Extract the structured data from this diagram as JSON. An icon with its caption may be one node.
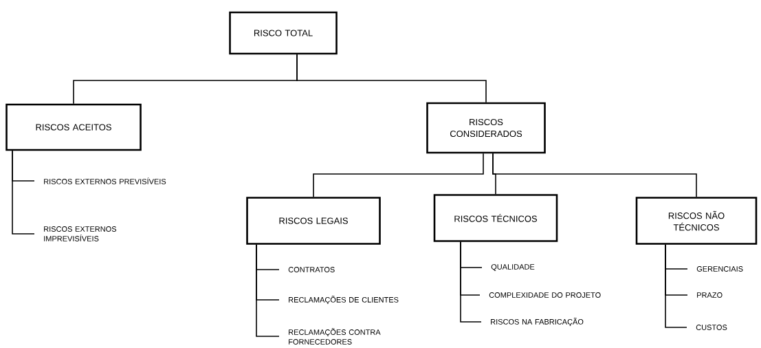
{
  "diagram": {
    "nodes": [
      {
        "text": [
          "RISCO TOTAL"
        ]
      },
      {
        "text": [
          "RISCOS ACEITOS"
        ]
      },
      {
        "text": [
          "RISCOS CONSIDERADOS"
        ]
      },
      {
        "text": [
          "RISCOS EXTERNOS  PREVISÍVEIS"
        ]
      },
      {
        "text": [
          "RISCOS EXTERNOS  IMPREVISÍVEIS"
        ]
      },
      {
        "text": [
          "RISCOS LEGAIS"
        ]
      },
      {
        "text": [
          "RISCOS TÉCNICOS"
        ]
      },
      {
        "text": [
          "RISCOS  NÃO TÉCNICOS"
        ]
      },
      {
        "text": [
          "CONTRATOS"
        ]
      },
      {
        "text": [
          "RECLAMAÇÕES DE CLIENTES"
        ]
      },
      {
        "text": [
          "RECLAMAÇÕES CONTRA FORNECEDORES"
        ]
      },
      {
        "text": [
          "QUALIDADE"
        ]
      },
      {
        "text": [
          "COMPLEXIDADE DO PROJETO"
        ]
      },
      {
        "text": [
          "RISCOS NA FABRICAÇÃO"
        ]
      },
      {
        "text": [
          "GERENCIAIS"
        ]
      },
      {
        "text": [
          "PRAZO"
        ]
      },
      {
        "text": [
          "CUSTOS"
        ]
      }
    ],
    "edges": [
      {
        "from": 0,
        "to": 1,
        "arrow": "none"
      },
      {
        "from": 0,
        "to": 2,
        "arrow": "none"
      },
      {
        "from": 1,
        "to": 3,
        "arrow": "none"
      },
      {
        "from": 1,
        "to": 4,
        "arrow": "none"
      },
      {
        "from": 2,
        "to": 5,
        "arrow": "none"
      },
      {
        "from": 2,
        "to": 6,
        "arrow": "none"
      },
      {
        "from": 2,
        "to": 7,
        "arrow": "none"
      },
      {
        "from": 5,
        "to": 8,
        "arrow": "none"
      },
      {
        "from": 5,
        "to": 9,
        "arrow": "none"
      },
      {
        "from": 5,
        "to": 10,
        "arrow": "none"
      },
      {
        "from": 6,
        "to": 11,
        "arrow": "none"
      },
      {
        "from": 6,
        "to": 12,
        "arrow": "none"
      },
      {
        "from": 6,
        "to": 13,
        "arrow": "none"
      },
      {
        "from": 7,
        "to": 14,
        "arrow": "none"
      },
      {
        "from": 7,
        "to": 15,
        "arrow": "none"
      },
      {
        "from": 7,
        "to": 16,
        "arrow": "none"
      }
    ]
  }
}
